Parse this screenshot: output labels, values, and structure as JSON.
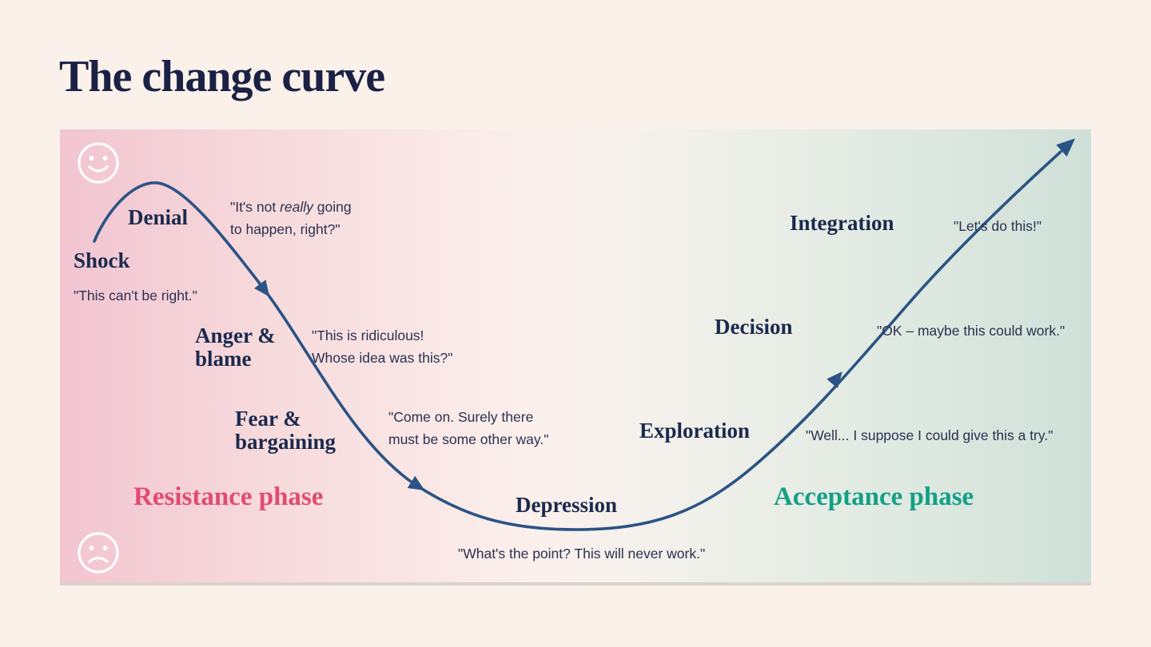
{
  "page": {
    "title": "The change curve"
  },
  "colors": {
    "background": "#f9f1ea",
    "title": "#1b2144",
    "curve": "#2b5385",
    "stage_name": "#1b2a4e",
    "quote_text": "#2a3150",
    "resistance": "#e24b70",
    "acceptance": "#14a085",
    "face_icon": "#ffffff"
  },
  "phases": {
    "resistance": {
      "label": "Resistance phase"
    },
    "acceptance": {
      "label": "Acceptance phase"
    }
  },
  "icons": {
    "smiley": "smiley-face-icon",
    "sad": "sad-face-icon"
  },
  "stages": {
    "shock": {
      "name": "Shock",
      "quote": "\"This can't be right.\""
    },
    "denial": {
      "name": "Denial",
      "quote_pre": "\"It's not ",
      "quote_em": "really",
      "quote_post": " going",
      "quote_line2": "to happen, right?\""
    },
    "anger": {
      "name": "Anger &\nblame",
      "quote": "\"This is ridiculous!\nWhose idea was this?\""
    },
    "fear": {
      "name": "Fear &\nbargaining",
      "quote": "\"Come on. Surely there\nmust be some other way.\""
    },
    "depression": {
      "name": "Depression",
      "quote": "\"What's the point? This will never work.\""
    },
    "exploration": {
      "name": "Exploration",
      "quote": "\"Well... I suppose I could give this a try.\""
    },
    "decision": {
      "name": "Decision",
      "quote": "\"OK – maybe this could work.\""
    },
    "integration": {
      "name": "Integration",
      "quote": "\"Let's do this!\""
    }
  }
}
